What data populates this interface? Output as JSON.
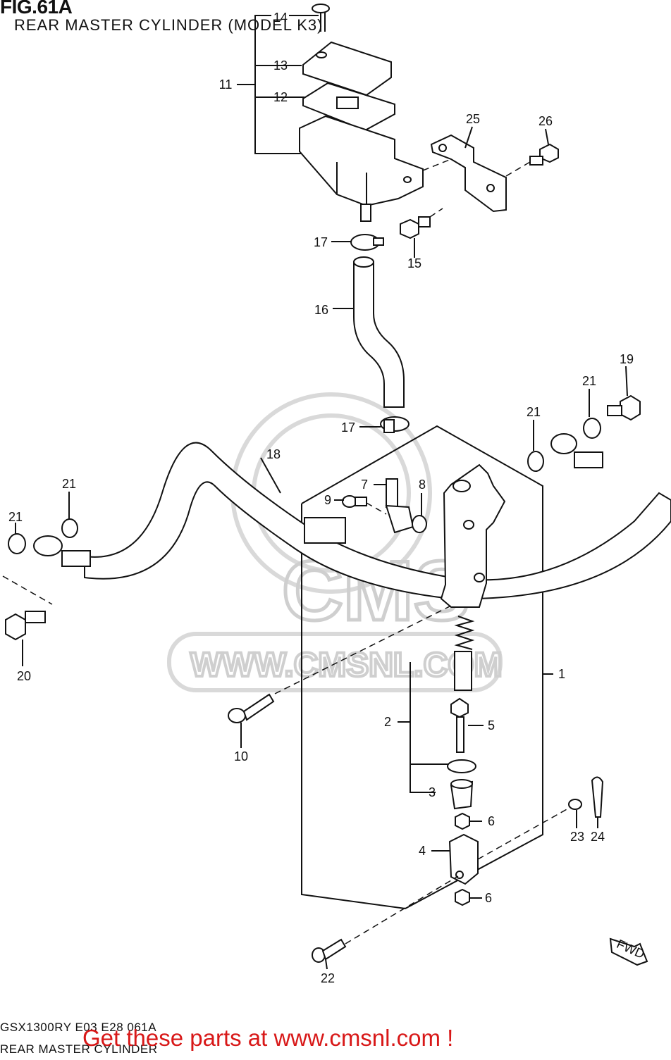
{
  "header": {
    "title": "FIG.61A",
    "subtitle": "REAR MASTER CYLINDER (MODEL K3)"
  },
  "footer": {
    "model_code": "GSX1300RY E03 E28  061A",
    "section_name": "REAR MASTER CYLINDER",
    "promo": "Get these parts at www.cmsnl.com !"
  },
  "watermark": {
    "logo_text": "CMS",
    "url": "WWW.CMSNL.COM",
    "color": "#d9d9d9"
  },
  "direction_marker": "FWD",
  "colors": {
    "promo": "#d81818",
    "line": "#111111"
  },
  "callouts": {
    "p1": "1",
    "p2": "2",
    "p3": "3",
    "p4": "4",
    "p5": "5",
    "p6a": "6",
    "p6b": "6",
    "p7": "7",
    "p8": "8",
    "p9": "9",
    "p10": "10",
    "p11": "11",
    "p12": "12",
    "p13": "13",
    "p14": "14",
    "p15": "15",
    "p16": "16",
    "p17a": "17",
    "p17b": "17",
    "p18": "18",
    "p19": "19",
    "p20": "20",
    "p21a": "21",
    "p21b": "21",
    "p21c": "21",
    "p21d": "21",
    "p22": "22",
    "p23": "23",
    "p24": "24",
    "p25": "25",
    "p26": "26"
  }
}
